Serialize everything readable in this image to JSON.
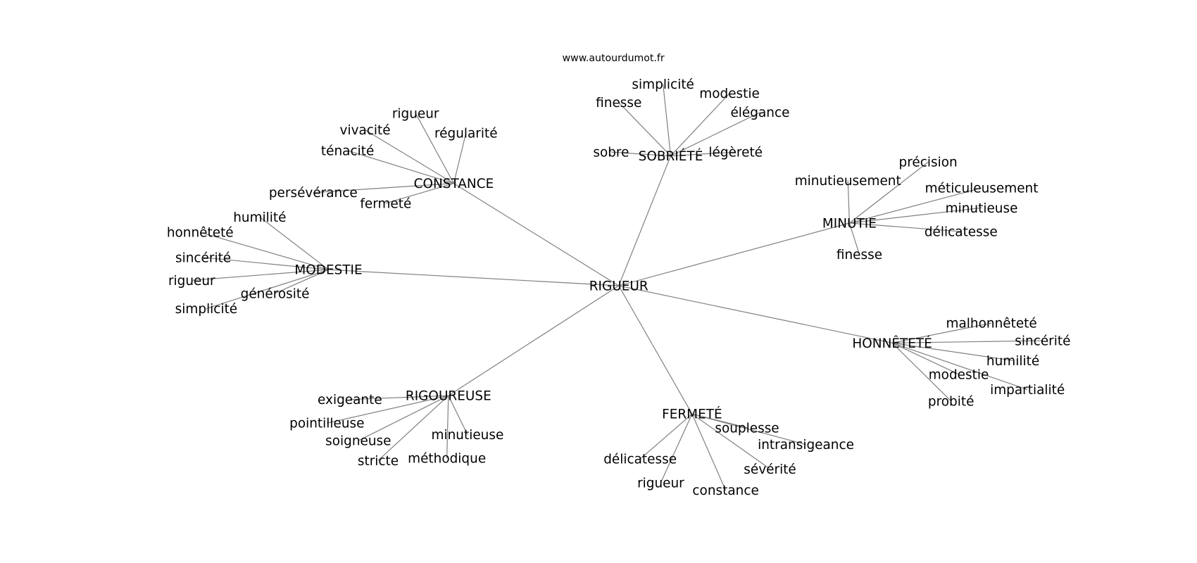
{
  "site_label": "www.autourdumot.fr",
  "graph": {
    "center": "RIGUEUR",
    "clusters": [
      {
        "name": "CONSTANCE",
        "leaves": [
          "rigueur",
          "vivacité",
          "ténacité",
          "régularité",
          "persévérance",
          "fermeté"
        ]
      },
      {
        "name": "SOBRIÉTÉ",
        "leaves": [
          "finesse",
          "simplicité",
          "modestie",
          "élégance",
          "sobre",
          "légèreté"
        ]
      },
      {
        "name": "MINUTIE",
        "leaves": [
          "minutieusement",
          "précision",
          "méticuleusement",
          "minutieuse",
          "délicatesse",
          "finesse"
        ]
      },
      {
        "name": "MODESTIE",
        "leaves": [
          "humilité",
          "honnêteté",
          "sincérité",
          "rigueur",
          "générosité",
          "simplicité"
        ]
      },
      {
        "name": "HONNÊTETÉ",
        "leaves": [
          "malhonnêteté",
          "sincérité",
          "humilité",
          "modestie",
          "impartialité",
          "probité"
        ]
      },
      {
        "name": "RIGOUREUSE",
        "leaves": [
          "exigeante",
          "pointilleuse",
          "soigneuse",
          "stricte",
          "méthodique",
          "minutieuse"
        ]
      },
      {
        "name": "FERMETÉ",
        "leaves": [
          "souplesse",
          "intransigeance",
          "délicatesse",
          "rigueur",
          "constance",
          "sévérité"
        ]
      }
    ]
  }
}
